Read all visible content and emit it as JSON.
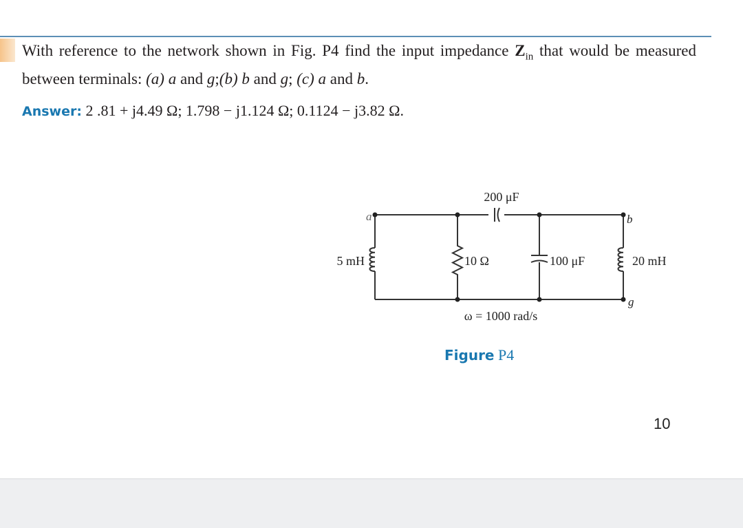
{
  "problem": {
    "p1": "With reference to the network shown in Fig. P4 find the input impedance ",
    "zin_main": "Z",
    "zin_sub": "in",
    "p2": " that would be measured between terminals: ",
    "a_label": "(a)",
    "p3": " ",
    "t_a1": "a",
    "p4": " and ",
    "t_g1": "g",
    "p5": ";",
    "b_label": "(b)",
    "p6": " ",
    "t_b": "b",
    "p7": " and ",
    "t_g2": "g",
    "p8": "; ",
    "c_label": "(c)",
    "p9": " ",
    "t_a2": "a",
    "p10": " and ",
    "t_b2": "b",
    "p11": "."
  },
  "answer": {
    "label": "Answer:",
    "text": " 2 .81 + j4.49 Ω; 1.798 − j1.124 Ω; 0.1124 − j3.82 Ω."
  },
  "circuit": {
    "cap_series": "200 μF",
    "inductor_left": "5 mH",
    "resistor": "10 Ω",
    "cap_shunt": "100 μF",
    "inductor_right": "20 mH",
    "terminal_a": "a",
    "terminal_b": "b",
    "terminal_g": "g",
    "omega": "ω = 1000 rad/s"
  },
  "figure": {
    "label": "Figure",
    "number": " P4"
  },
  "page_number": "10",
  "colors": {
    "accent": "#1a78b0",
    "rule": "#5c8fb5"
  }
}
